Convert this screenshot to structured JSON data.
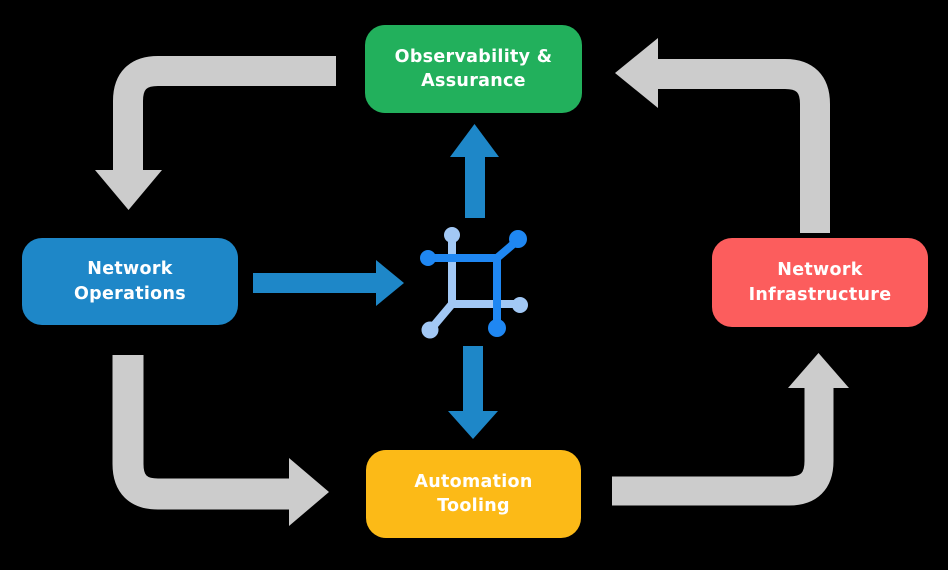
{
  "diagram": {
    "title": "Network automation lifecycle diagram",
    "background_color": "#000000",
    "boxes": [
      {
        "id": "observability-assurance",
        "line1": "Observability &",
        "line2": "Assurance",
        "color": "#22b05c"
      },
      {
        "id": "network-operations",
        "line1": "Network",
        "line2": "Operations",
        "color": "#1e87c8"
      },
      {
        "id": "network-infrastructure",
        "line1": "Network",
        "line2": "Infrastructure",
        "color": "#fc5d5d"
      },
      {
        "id": "automation-tooling",
        "line1": "Automation",
        "line2": "Tooling",
        "color": "#fcba17"
      }
    ],
    "colors": {
      "gray_arrow": "#cccccc",
      "blue_arrow": "#1e87c8",
      "icon_primary": "#1f87f2",
      "icon_secondary": "#a2c8f5",
      "text": "#ffffff"
    },
    "arrows": [
      {
        "id": "cycle-observability-to-operations",
        "style": "gray elbow",
        "direction": "down-left, arrowhead pointing down"
      },
      {
        "id": "cycle-infrastructure-to-observability",
        "style": "gray elbow",
        "direction": "up then left, arrowhead pointing left"
      },
      {
        "id": "cycle-operations-to-automation",
        "style": "gray elbow",
        "direction": "down then right, arrowhead pointing right"
      },
      {
        "id": "cycle-automation-to-infrastructure",
        "style": "gray elbow",
        "direction": "right then up, arrowhead pointing up"
      },
      {
        "id": "operations-to-center",
        "style": "blue straight",
        "direction": "right"
      },
      {
        "id": "center-to-observability",
        "style": "blue straight",
        "direction": "up"
      },
      {
        "id": "center-to-automation",
        "style": "blue straight",
        "direction": "down"
      }
    ],
    "center_icon": "network-mesh-icon"
  }
}
